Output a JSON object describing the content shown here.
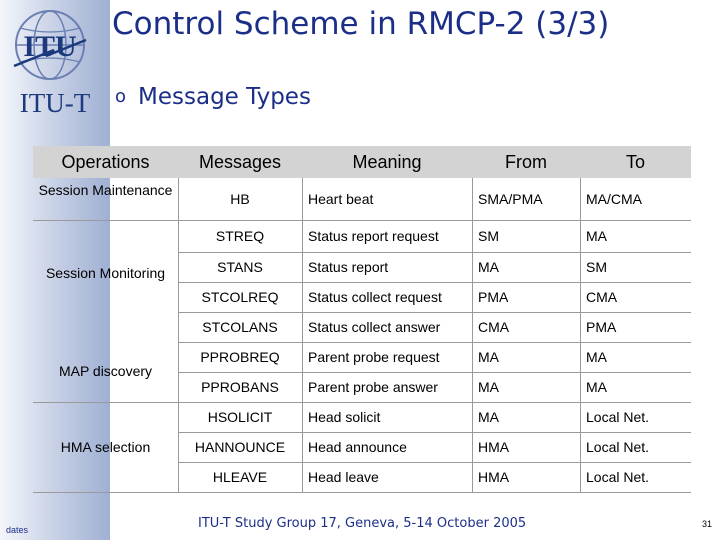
{
  "brand": {
    "logo_text": "ITU",
    "name": "ITU-T"
  },
  "slide": {
    "title": "Control Scheme in RMCP-2 (3/3)",
    "bullet": "Message Types"
  },
  "table": {
    "headers": [
      "Operations",
      "Messages",
      "Meaning",
      "From",
      "To"
    ],
    "operations": [
      "Session Maintenance",
      "Session Monitoring",
      "MAP discovery",
      "HMA selection"
    ],
    "rows": [
      [
        "HB",
        "Heart beat",
        "SMA/PMA",
        "MA/CMA"
      ],
      [
        "STREQ",
        "Status report request",
        "SM",
        "MA"
      ],
      [
        "STANS",
        "Status report",
        "MA",
        "SM"
      ],
      [
        "STCOLREQ",
        "Status collect request",
        "PMA",
        "CMA"
      ],
      [
        "STCOLANS",
        "Status collect answer",
        "CMA",
        "PMA"
      ],
      [
        "PPROBREQ",
        "Parent probe request",
        "MA",
        "MA"
      ],
      [
        "PPROBANS",
        "Parent probe answer",
        "MA",
        "MA"
      ],
      [
        "HSOLICIT",
        "Head solicit",
        "MA",
        "Local Net."
      ],
      [
        "HANNOUNCE",
        "Head announce",
        "HMA",
        "Local Net."
      ],
      [
        "HLEAVE",
        "Head leave",
        "HMA",
        "Local Net."
      ]
    ]
  },
  "footer": {
    "text": "ITU-T Study Group 17, Geneva, 5-14 October 2005",
    "dates": "dates",
    "page": "31"
  }
}
